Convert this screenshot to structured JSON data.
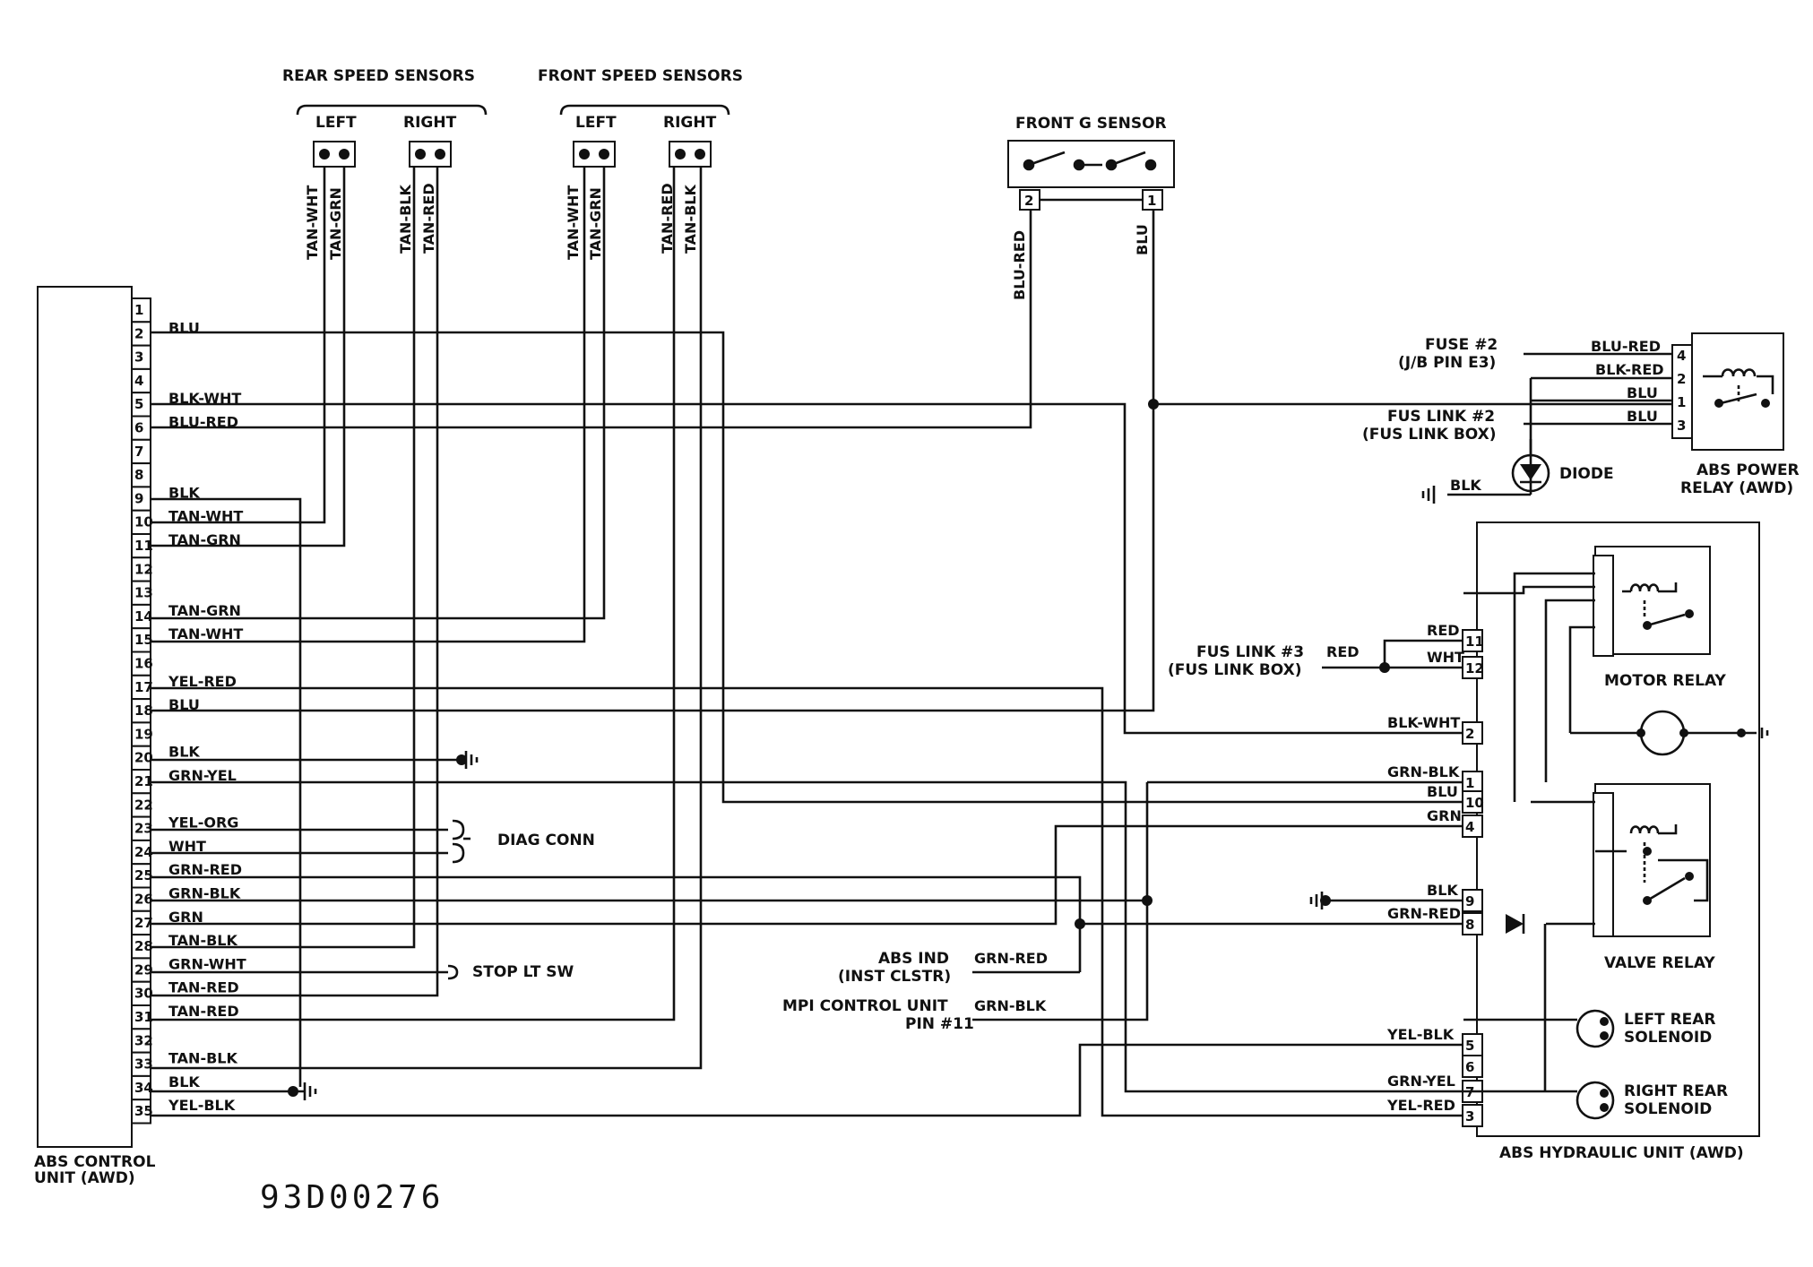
{
  "figure_code": "93D00276",
  "ecu": {
    "label_line1": "ABS CONTROL",
    "label_line2": "UNIT (AWD)",
    "pins": [
      "1",
      "2",
      "3",
      "4",
      "5",
      "6",
      "7",
      "8",
      "9",
      "10",
      "11",
      "12",
      "13",
      "14",
      "15",
      "16",
      "17",
      "18",
      "19",
      "20",
      "21",
      "22",
      "23",
      "24",
      "25",
      "26",
      "27",
      "28",
      "29",
      "30",
      "31",
      "32",
      "33",
      "34",
      "35"
    ],
    "wire_labels": {
      "2": "BLU",
      "5": "BLK-WHT",
      "6": "BLU-RED",
      "9": "BLK",
      "10": "TAN-WHT",
      "11": "TAN-GRN",
      "14": "TAN-GRN",
      "15": "TAN-WHT",
      "17": "YEL-RED",
      "18": "BLU",
      "20": "BLK",
      "21": "GRN-YEL",
      "23": "YEL-ORG",
      "24": "WHT",
      "25": "GRN-RED",
      "26": "GRN-BLK",
      "27": "GRN",
      "28": "TAN-BLK",
      "29": "GRN-WHT",
      "30": "TAN-RED",
      "31": "TAN-RED",
      "33": "TAN-BLK",
      "34": "BLK",
      "35": "YEL-BLK"
    }
  },
  "rear_sensors": {
    "title": "REAR SPEED SENSORS",
    "left": "LEFT",
    "right": "RIGHT",
    "wires": [
      "TAN-WHT",
      "TAN-GRN",
      "TAN-BLK",
      "TAN-RED"
    ]
  },
  "front_sensors": {
    "title": "FRONT SPEED SENSORS",
    "left": "LEFT",
    "right": "RIGHT",
    "wires": [
      "TAN-WHT",
      "TAN-GRN",
      "TAN-RED",
      "TAN-BLK"
    ]
  },
  "g_sensor": {
    "title": "FRONT G SENSOR",
    "pin_left": "2",
    "pin_right": "1",
    "wire_left": "BLU-RED",
    "wire_right": "BLU"
  },
  "diag_conn": "DIAG CONN",
  "stop_lt_sw": "STOP LT SW",
  "power_relay": {
    "label_line1": "ABS POWER",
    "label_line2": "RELAY (AWD)",
    "pins": [
      "4",
      "2",
      "1",
      "3"
    ],
    "wires": [
      "BLU-RED",
      "BLK-RED",
      "BLU",
      "BLU"
    ],
    "fuse2_line1": "FUSE #2",
    "fuse2_line2": "(J/B PIN E3)",
    "fuslink2_line1": "FUS LINK #2",
    "fuslink2_line2": "(FUS LINK BOX)",
    "diode": "DIODE",
    "ground_wire": "BLK"
  },
  "hydraulic_unit": {
    "label": "ABS HYDRAULIC UNIT (AWD)",
    "pins": [
      "11",
      "12",
      "2",
      "1",
      "10",
      "4",
      "9",
      "8",
      "5",
      "6",
      "7",
      "3"
    ],
    "wires": {
      "11": "RED",
      "12": "WHT",
      "2": "BLK-WHT",
      "1": "GRN-BLK",
      "10": "BLU",
      "4": "GRN",
      "9": "BLK",
      "8": "GRN-RED",
      "5": "YEL-BLK",
      "7": "GRN-YEL",
      "3": "YEL-RED"
    },
    "fuslink3_line1": "FUS LINK #3",
    "fuslink3_line2": "(FUS LINK BOX)",
    "fuslink3_wire": "RED",
    "motor_relay": "MOTOR RELAY",
    "valve_relay": "VALVE RELAY",
    "left_sol_line1": "LEFT REAR",
    "left_sol_line2": "SOLENOID",
    "right_sol_line1": "RIGHT REAR",
    "right_sol_line2": "SOLENOID"
  },
  "abs_ind": {
    "line1": "ABS IND",
    "line2": "(INST CLSTR)",
    "wire": "GRN-RED"
  },
  "mpi": {
    "line1": "MPI CONTROL UNIT",
    "line2": "PIN #11",
    "wire": "GRN-BLK"
  }
}
